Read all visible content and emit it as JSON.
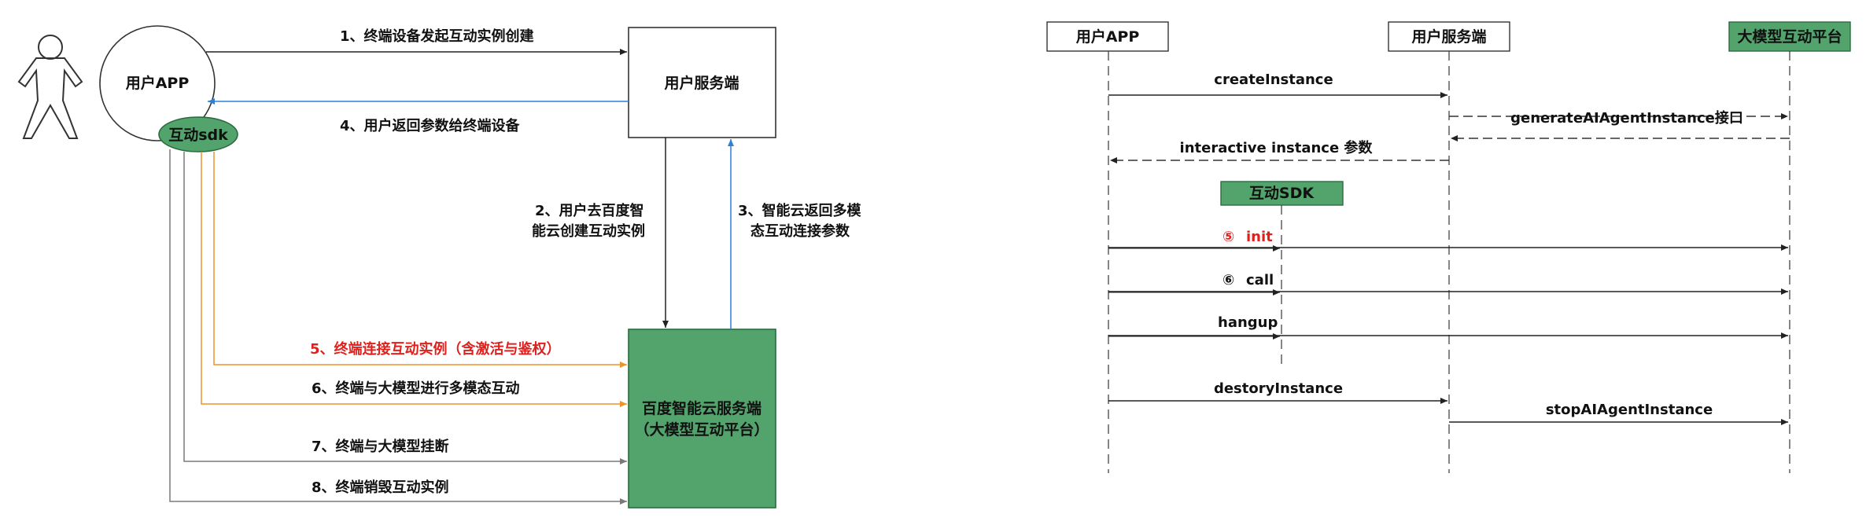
{
  "left_diagram": {
    "user_app_label": "用户APP",
    "sdk_label": "互动sdk",
    "user_server_label": "用户服务端",
    "baidu_server_line1": "百度智能云服务端",
    "baidu_server_line2": "（大模型互动平台）",
    "step1": "1、终端设备发起互动实例创建",
    "step4": "4、用户返回参数给终端设备",
    "step2_line1": "2、用户去百度智",
    "step2_line2": "能云创建互动实例",
    "step3_line1": "3、智能云返回多模",
    "step3_line2": "态互动连接参数",
    "step5": "5、终端连接互动实例（含激活与鉴权）",
    "step6": "6、终端与大模型进行多模态互动",
    "step7": "7、终端与大模型挂断",
    "step8": "8、终端销毁互动实例"
  },
  "right_diagram": {
    "participants": {
      "app": "用户APP",
      "server": "用户服务端",
      "platform": "大模型互动平台",
      "sdk": "互动SDK"
    },
    "messages": {
      "create": "createInstance",
      "generate": "generateAIAgentInstance接口",
      "interactive": "interactive instance 参数",
      "init_num": "⑤",
      "init": "init",
      "call_num": "⑥",
      "call": "call",
      "hangup": "hangup",
      "destory": "destoryInstance",
      "stop": "stopAIAgentInstance"
    }
  },
  "colors": {
    "black_line": "#222222",
    "blue_line": "#2f7ed8",
    "orange_line": "#f0922b",
    "gray_line": "#7a7a7a",
    "green_fill": "#52a36c",
    "red_text": "#e0201c"
  }
}
